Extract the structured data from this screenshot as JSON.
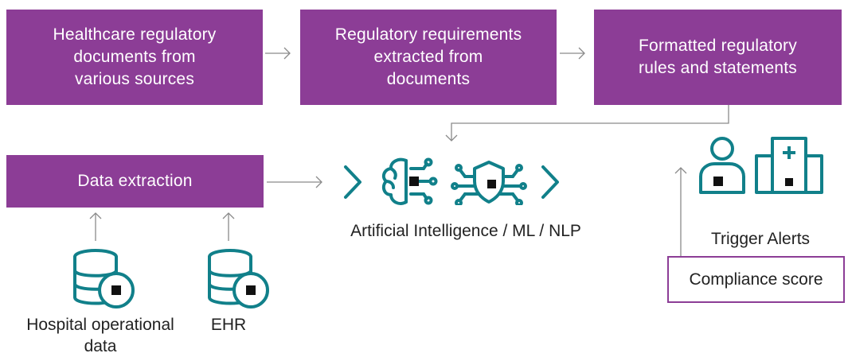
{
  "colors": {
    "box_fill": "#8c3d96",
    "icon_teal": "#11808a",
    "arrow_gray": "#8a8a8a",
    "text": "#222222"
  },
  "process_boxes": [
    {
      "label": "Healthcare regulatory\ndocuments from\nvarious sources"
    },
    {
      "label": "Regulatory requirements\nextracted from\ndocuments"
    },
    {
      "label": "Formatted regulatory\nrules and statements"
    }
  ],
  "data_extraction": {
    "label": "Data extraction"
  },
  "sources": [
    {
      "label": "Hospital operational\ndata",
      "icon": "database-icon"
    },
    {
      "label": "EHR",
      "icon": "database-icon"
    }
  ],
  "ai": {
    "label": "Artificial Intelligence / ML / NLP",
    "icons": [
      "chevron-right-icon",
      "brain-circuit-icon",
      "shield-circuit-icon",
      "chevron-right-icon"
    ]
  },
  "alerts": {
    "label": "Trigger Alerts",
    "icons": [
      "person-icon",
      "hospital-icon"
    ]
  },
  "compliance": {
    "label": "Compliance score"
  }
}
